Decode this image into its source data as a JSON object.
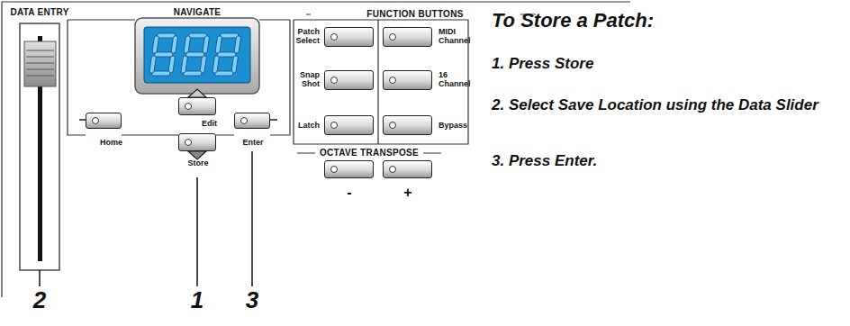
{
  "diagram": {
    "title": "To Store a Patch:",
    "nodes": [
      {
        "text": [
          "Home"
        ]
      },
      {
        "text": [
          "Edit"
        ]
      },
      {
        "text": [
          "Store"
        ]
      },
      {
        "text": [
          "Enter"
        ]
      },
      {
        "text": [
          "Patch Select"
        ]
      },
      {
        "text": [
          "Snap Shot"
        ]
      },
      {
        "text": [
          "Latch"
        ]
      },
      {
        "text": [
          "MIDI Channel"
        ]
      },
      {
        "text": [
          "16 Channel"
        ]
      },
      {
        "text": [
          "Bypass"
        ]
      },
      {
        "text": [
          "-"
        ]
      },
      {
        "text": [
          "+"
        ]
      }
    ],
    "labels": [
      "DATA ENTRY",
      "NAVIGATE",
      "FUNCTION BUTTONS",
      "OCTAVE TRANSPOSE",
      "2",
      "1",
      "3",
      "1. Press Store",
      "2. Select Save Location using the Data Slider",
      "3. Press Enter."
    ]
  }
}
